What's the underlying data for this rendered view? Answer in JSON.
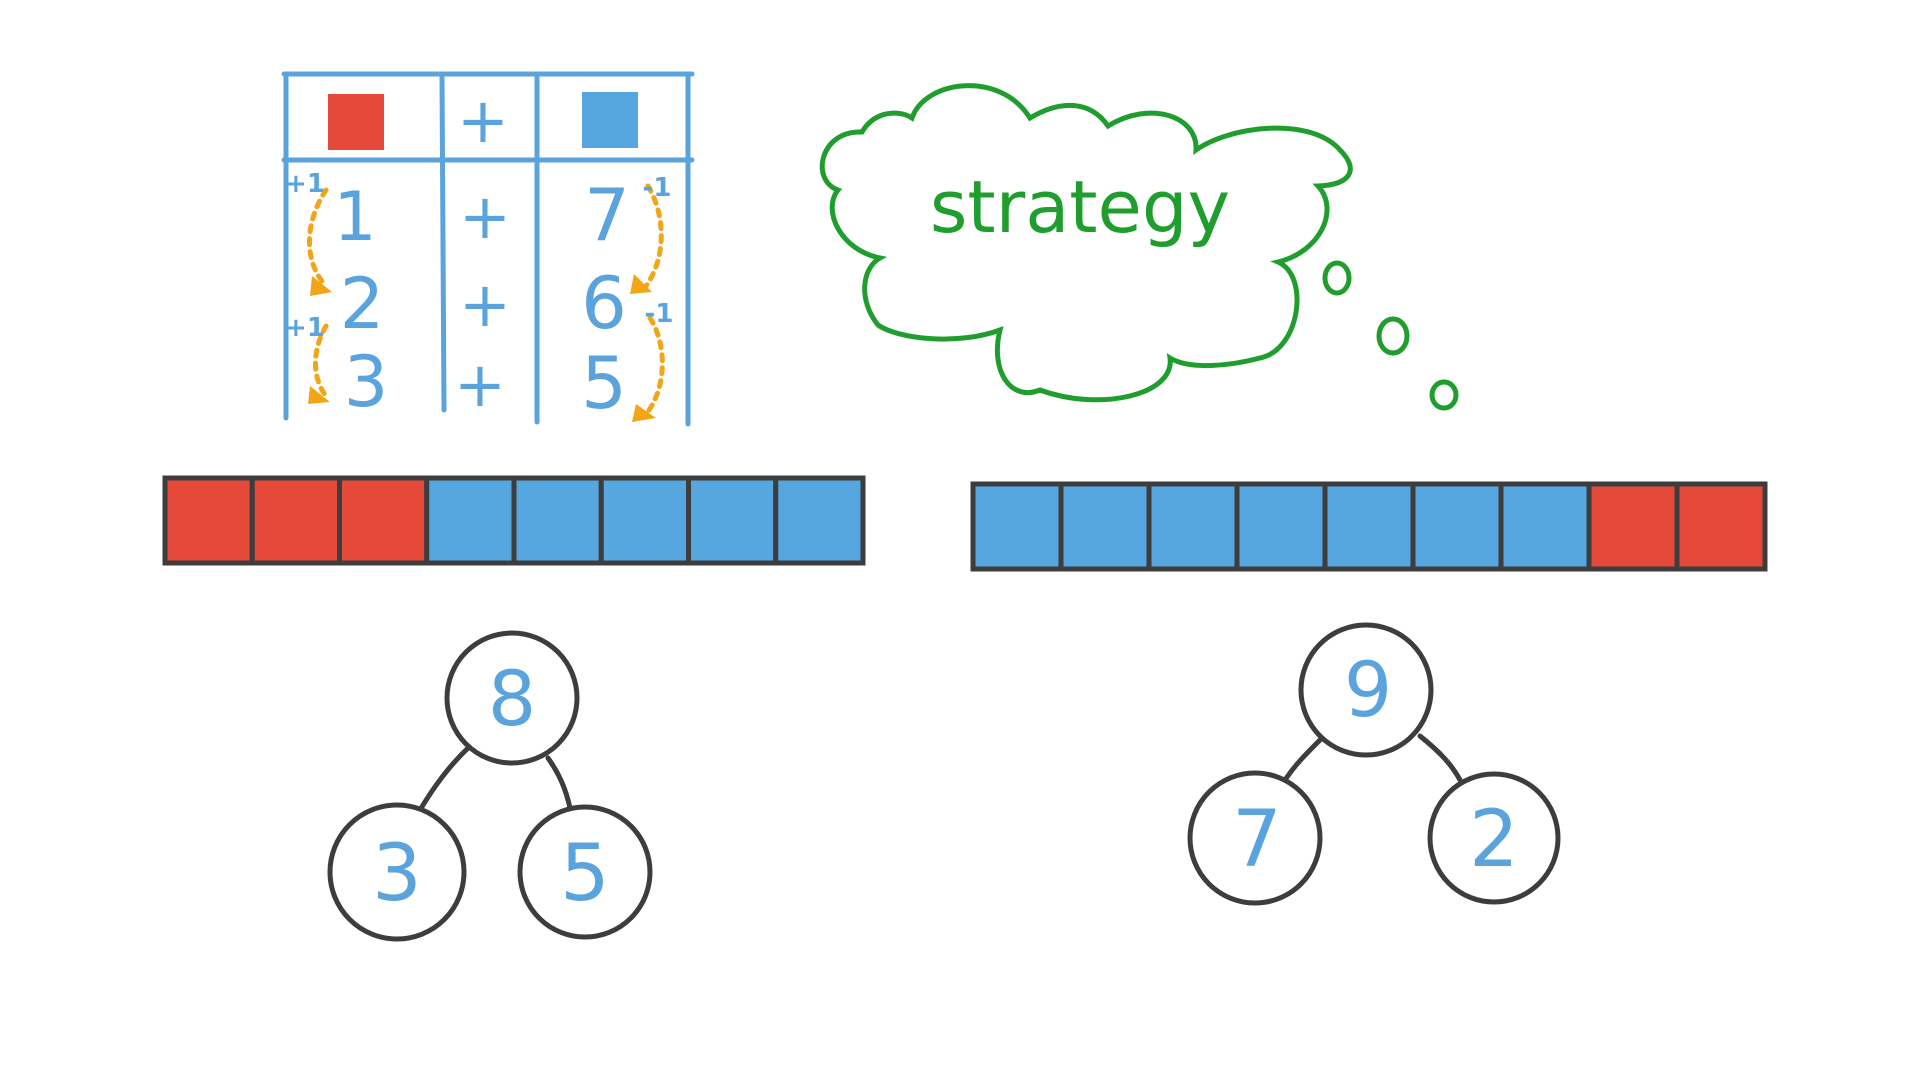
{
  "colors": {
    "red": "#e5493a",
    "blue": "#56a6e0",
    "blue_text": "#5aa3dd",
    "line_blue": "#5aa3dd",
    "green": "#1f9e2e",
    "orange": "#f2a516",
    "dark": "#3d3d3d"
  },
  "table": {
    "header": {
      "left_icon": "red-square-icon",
      "operator": "+",
      "right_icon": "blue-square-icon"
    },
    "rows": [
      {
        "left": "1",
        "op": "+",
        "right": "7"
      },
      {
        "left": "2",
        "op": "+",
        "right": "6"
      },
      {
        "left": "3",
        "op": "+",
        "right": "5"
      }
    ],
    "left_steps": [
      "+1",
      "+1"
    ],
    "right_steps": [
      "-1",
      "-1"
    ]
  },
  "thought_bubble": {
    "text": "strategy"
  },
  "bars": [
    {
      "cells": [
        "red",
        "red",
        "red",
        "blue",
        "blue",
        "blue",
        "blue",
        "blue"
      ]
    },
    {
      "cells": [
        "blue",
        "blue",
        "blue",
        "blue",
        "blue",
        "blue",
        "blue",
        "red",
        "red"
      ]
    }
  ],
  "bonds": [
    {
      "whole": "8",
      "parts": [
        "3",
        "5"
      ]
    },
    {
      "whole": "9",
      "parts": [
        "7",
        "2"
      ]
    }
  ]
}
